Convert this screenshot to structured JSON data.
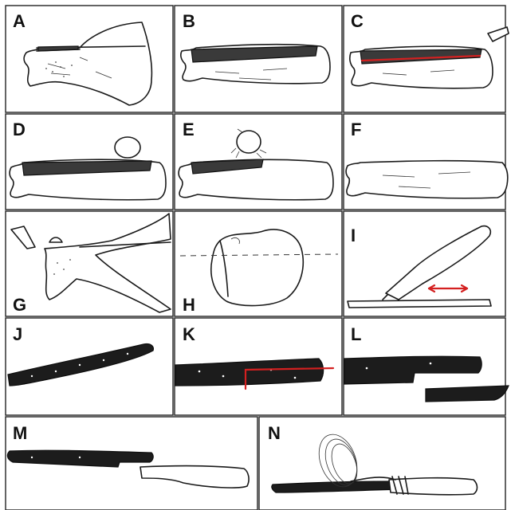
{
  "figure": {
    "colors": {
      "ink": "#1a1a1a",
      "red_annotation": "#d42020",
      "background": "#ffffff"
    },
    "panels": [
      {
        "id": "A",
        "label": "A",
        "content": "bone-with-flaring-blade"
      },
      {
        "id": "B",
        "label": "B",
        "content": "bone-with-hatched-groove"
      },
      {
        "id": "C",
        "label": "C",
        "content": "bone-with-red-groove-line"
      },
      {
        "id": "D",
        "label": "D",
        "content": "bone-with-hammerstone"
      },
      {
        "id": "E",
        "label": "E",
        "content": "bone-struck-by-hammerstone"
      },
      {
        "id": "F",
        "label": "F",
        "content": "plain-bone-shaft"
      },
      {
        "id": "G",
        "label": "G",
        "content": "bone-with-flake-and-splinter"
      },
      {
        "id": "H",
        "label": "H",
        "content": "rounded-stone-with-dashed-line"
      },
      {
        "id": "I",
        "label": "I",
        "content": "paddle-tool-with-arrow"
      },
      {
        "id": "J",
        "label": "J",
        "content": "dark-stick"
      },
      {
        "id": "K",
        "label": "K",
        "content": "dark-stick-with-red-cut"
      },
      {
        "id": "L",
        "label": "L",
        "content": "stick-split-in-two"
      },
      {
        "id": "M",
        "label": "M",
        "content": "stick-and-bone-haft"
      },
      {
        "id": "N",
        "label": "N",
        "content": "hafted-tool-with-cord"
      }
    ]
  }
}
